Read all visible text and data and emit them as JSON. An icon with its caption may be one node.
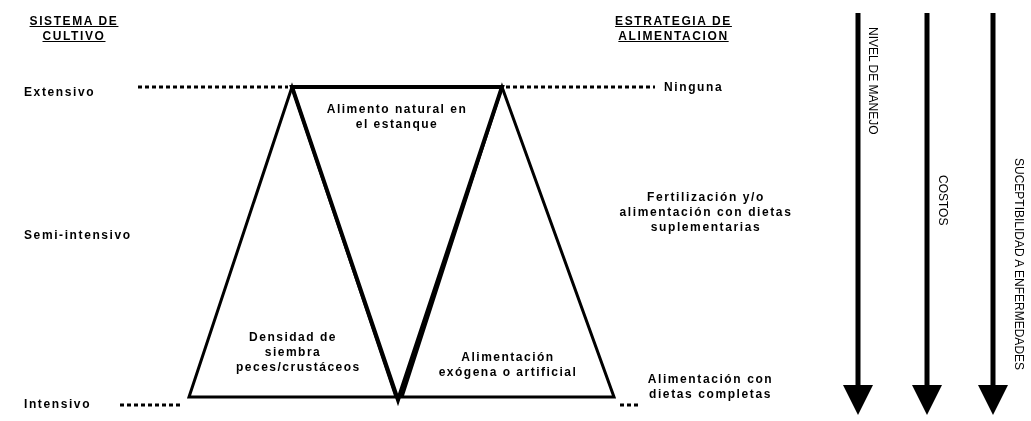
{
  "diagram": {
    "nodes": [
      {
        "text": [
          "Alimento natural en el estanque"
        ]
      },
      {
        "text": [
          "Densidad de siembra peces/crustáceos"
        ]
      },
      {
        "text": [
          "Alimentación exógena o artificial"
        ]
      }
    ],
    "labels": [
      "SISTEMA DE CULTIVO",
      "ESTRATEGIA DE ALIMENTACION",
      "NIVEL DE MANEJO",
      "COSTOS",
      "SUCEPTIBILIDAD A ENFERMEDADES",
      "Extensivo",
      "Ninguna",
      "Semi-intensivo",
      "Fertilización y/o alimentación con dietas suplementarias",
      "Intensivo",
      "Alimentación con dietas completas"
    ]
  }
}
